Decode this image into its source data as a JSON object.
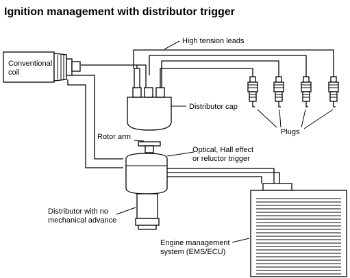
{
  "title": "Ignition management with distributor trigger",
  "labels": {
    "coil_line1": "Conventional",
    "coil_line2": "coil",
    "high_tension": "High tension leads",
    "distributor_cap": "Distributor cap",
    "plugs": "Plugs",
    "rotor_arm": "Rotor arm",
    "trigger_line1": "Optical, Hall effect",
    "trigger_line2": "or reluctor trigger",
    "distributor_line1": "Distributor with no",
    "distributor_line2": "mechanical advance",
    "ems_line1": "Engine management",
    "ems_line2": "system (EMS/ECU)"
  },
  "colors": {
    "ink": "#000000",
    "paper": "#ffffff"
  }
}
